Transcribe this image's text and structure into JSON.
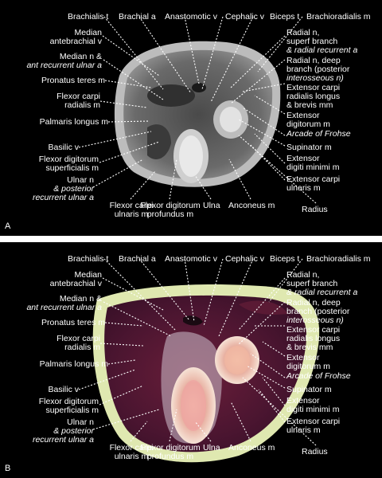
{
  "panels": [
    {
      "letter": "A",
      "kind": "mri",
      "labels": {
        "brachialis_t": "Brachialis t",
        "brachial_a": "Brachial a",
        "anastomotic_v": "Anastomotic v",
        "cephalic_v": "Cephalic v",
        "biceps_t": "Biceps t",
        "brachioradialis_m": "Brachioradialis m",
        "median_antebrachial_v_1": "Median",
        "median_antebrachial_v_2": "antebrachial v",
        "median_n_1": "Median n &",
        "median_n_2": "ant recurrent ulnar a",
        "pronatus_teres_m": "Pronatus teres m",
        "fcr_1": "Flexor carpi",
        "fcr_2": "radialis m",
        "palmaris_longus_m": "Palmaris longus m",
        "basilic_v": "Basilic v",
        "fds_1": "Flexor digitorum",
        "fds_2": "superficialis m",
        "ulnar_n_1": "Ulnar n",
        "ulnar_n_2": "& posterior",
        "ulnar_n_3": "recurrent ulnar a",
        "fcu_1": "Flexor carpi",
        "fcu_2": "ulnaris m",
        "fdp_1": "Flexor digitorum",
        "fdp_2": "profundus m",
        "ulna": "Ulna",
        "anconeus_m": "Anconeus m",
        "radius": "Radius",
        "radial_sup_1": "Radial n,",
        "radial_sup_2": "superf branch",
        "radial_sup_3": "& radial recurrent a",
        "radial_deep_1": "Radial n, deep",
        "radial_deep_2": "branch (posterior",
        "radial_deep_3": "interosseous n)",
        "ecr_1": "Extensor carpi",
        "ecr_2": "radialis longus",
        "ecr_3": "& brevis mm",
        "ed_1": "Extensor",
        "ed_2": "digitorum m",
        "arcade": "Arcade of Frohse",
        "supinator_m": "Supinator m",
        "edm_1": "Extensor",
        "edm_2": "digiti minimi m",
        "ecu_1": "Extensor carpi",
        "ecu_2": "ulnaris m"
      }
    },
    {
      "letter": "B",
      "kind": "anatomy-section",
      "labels": {
        "brachialis_t": "Brachialis t",
        "brachial_a": "Brachial a",
        "anastomotic_v": "Anastomotic v",
        "cephalic_v": "Cephalic v",
        "biceps_t": "Biceps t",
        "brachioradialis_m": "Brachioradialis m",
        "median_antebrachial_v_1": "Median",
        "median_antebrachial_v_2": "antebrachial v",
        "median_n_1": "Median n &",
        "median_n_2": "ant recurrent ulnar a",
        "pronatus_teres_m": "Pronatus teres m",
        "fcr_1": "Flexor carpi",
        "fcr_2": "radialis m",
        "palmaris_longus_m": "Palmaris longus m",
        "basilic_v": "Basilic v",
        "fds_1": "Flexor digitorum",
        "fds_2": "superficialis m",
        "ulnar_n_1": "Ulnar n",
        "ulnar_n_2": "& posterior",
        "ulnar_n_3": "recurrent ulnar a",
        "fcu_1": "Flexor carpi",
        "fcu_2": "ulnaris m",
        "fdp_1": "Flexor digitorum",
        "fdp_2": "profundus m",
        "ulna": "Ulna",
        "anconeus_m": "Anconeus m",
        "radius": "Radius",
        "radial_sup_1": "Radial n,",
        "radial_sup_2": "superf branch",
        "radial_sup_3": "& radial recurrent a",
        "radial_deep_1": "Radial n, deep",
        "radial_deep_2": "branch (posterior",
        "radial_deep_3": "interosseous n)",
        "ecr_1": "Extensor carpi",
        "ecr_2": "radialis longus",
        "ecr_3": "& brevis mm",
        "ed_1": "Extensor",
        "ed_2": "digitorum m",
        "arcade": "Arcade of Frohse",
        "supinator_m": "Supinator m",
        "edm_1": "Extensor",
        "edm_2": "digiti minimi m",
        "ecu_1": "Extensor carpi",
        "ecu_2": "ulnaris m"
      }
    }
  ]
}
